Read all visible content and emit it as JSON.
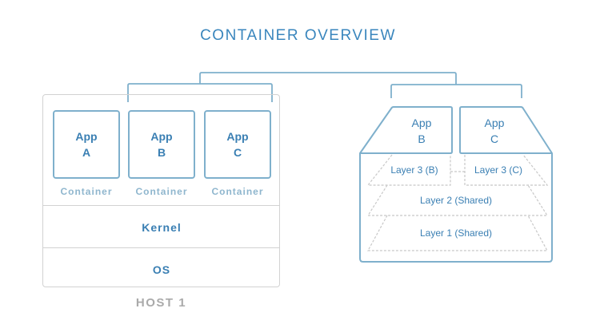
{
  "title": "CONTAINER OVERVIEW",
  "colors": {
    "accent": "#3a86bd",
    "box_border": "#7fb0cc",
    "host_border": "#d2d2d2",
    "container_label": "#8fb6ce",
    "host_label": "#aaaaaa",
    "dashed": "#c8c8c8"
  },
  "host": {
    "label": "HOST 1",
    "apps": [
      {
        "line1": "App",
        "line2": "A",
        "caption": "Container"
      },
      {
        "line1": "App",
        "line2": "B",
        "caption": "Container"
      },
      {
        "line1": "App",
        "line2": "C",
        "caption": "Container"
      }
    ],
    "kernel_label": "Kernel",
    "os_label": "OS"
  },
  "image_stack": {
    "apps": [
      {
        "line1": "App",
        "line2": "B"
      },
      {
        "line1": "App",
        "line2": "C"
      }
    ],
    "layers": {
      "layer3_b": "Layer 3 (B)",
      "layer3_c": "Layer 3 (C)",
      "layer2": "Layer 2 (Shared)",
      "layer1": "Layer 1 (Shared)"
    }
  }
}
